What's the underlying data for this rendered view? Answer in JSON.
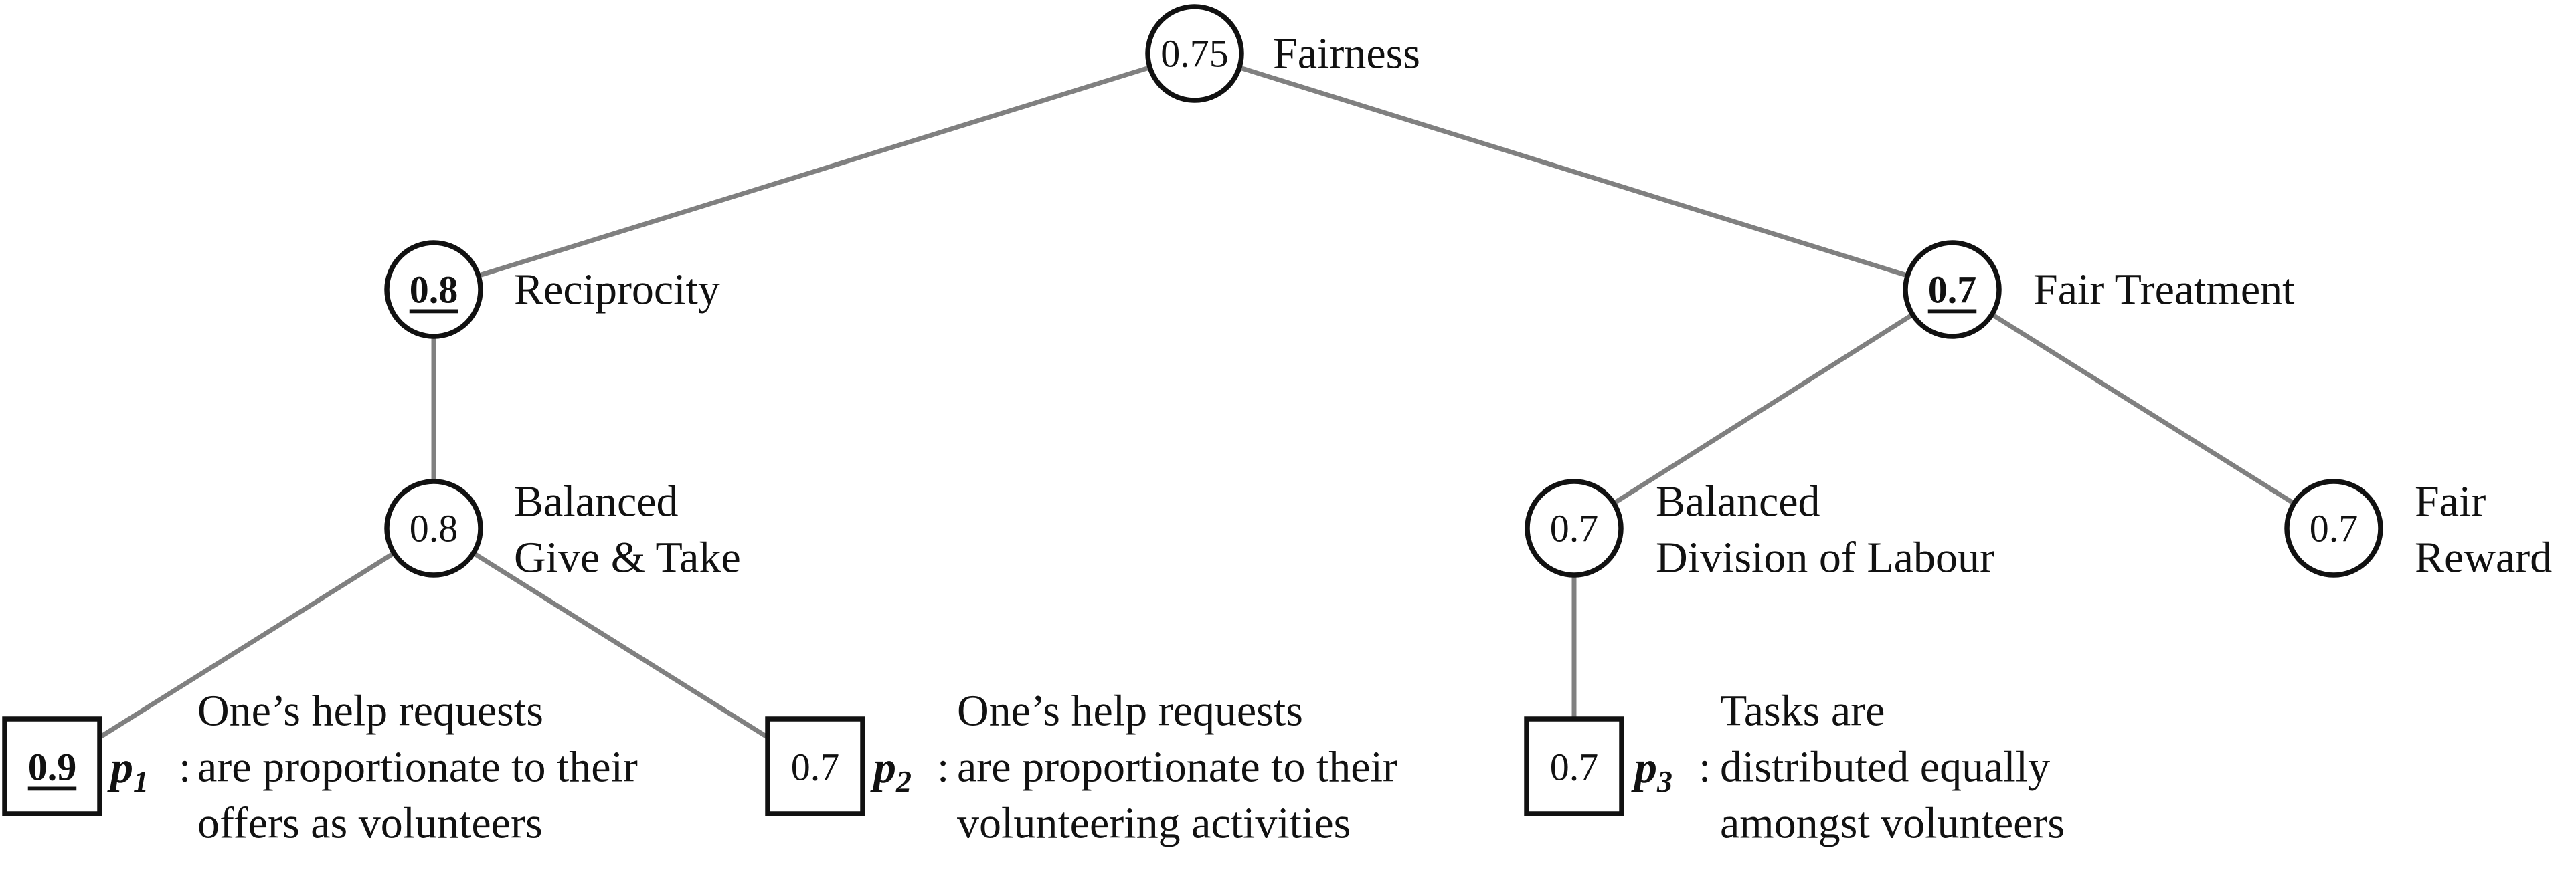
{
  "nodes": {
    "fairness": {
      "value": "0.75",
      "label": "Fairness"
    },
    "reciprocity": {
      "value": "0.8",
      "label": "Reciprocity"
    },
    "fair_treatment": {
      "value": "0.7",
      "label": "Fair Treatment"
    },
    "balanced_give_take": {
      "value": "0.8",
      "label_lines": [
        "Balanced",
        "Give & Take"
      ]
    },
    "balanced_division": {
      "value": "0.7",
      "label_lines": [
        "Balanced",
        "Division of Labour"
      ]
    },
    "fair_reward": {
      "value": "0.7",
      "label_lines": [
        "Fair",
        "Reward"
      ]
    }
  },
  "propositions": {
    "p1": {
      "value": "0.9",
      "id": "p",
      "sub": "1",
      "sep": ":",
      "text_lines": [
        "One’s help requests",
        "are proportionate to their",
        "offers as volunteers"
      ]
    },
    "p2": {
      "value": "0.7",
      "id": "p",
      "sub": "2",
      "sep": ":",
      "text_lines": [
        "One’s help requests",
        "are proportionate to their",
        "volunteering activities"
      ]
    },
    "p3": {
      "value": "0.7",
      "id": "p",
      "sub": "3",
      "sep": ":",
      "text_lines": [
        "Tasks are",
        "distributed equally",
        "amongst volunteers"
      ]
    }
  },
  "style": {
    "edge_color": "#808080",
    "outline_color": "#111111",
    "background": "#ffffff"
  }
}
